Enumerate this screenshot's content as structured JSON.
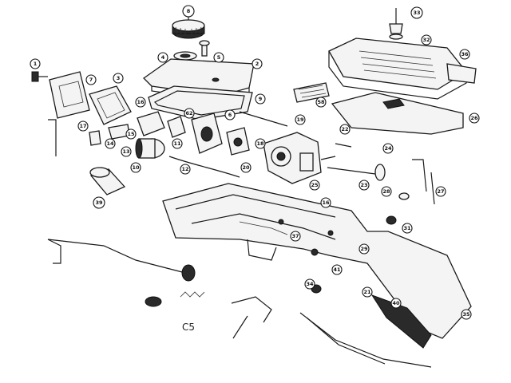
{
  "diagram": {
    "caption": "C5",
    "callouts": [
      "8",
      "4",
      "5",
      "2",
      "3",
      "1",
      "7",
      "16",
      "62",
      "6",
      "19",
      "9",
      "18",
      "11",
      "17",
      "14",
      "15",
      "13",
      "10",
      "12",
      "39",
      "33",
      "32",
      "36",
      "58",
      "26",
      "22",
      "24",
      "23",
      "25",
      "20",
      "27",
      "28",
      "31",
      "37",
      "29",
      "40",
      "35",
      "41",
      "34",
      "21"
    ]
  }
}
